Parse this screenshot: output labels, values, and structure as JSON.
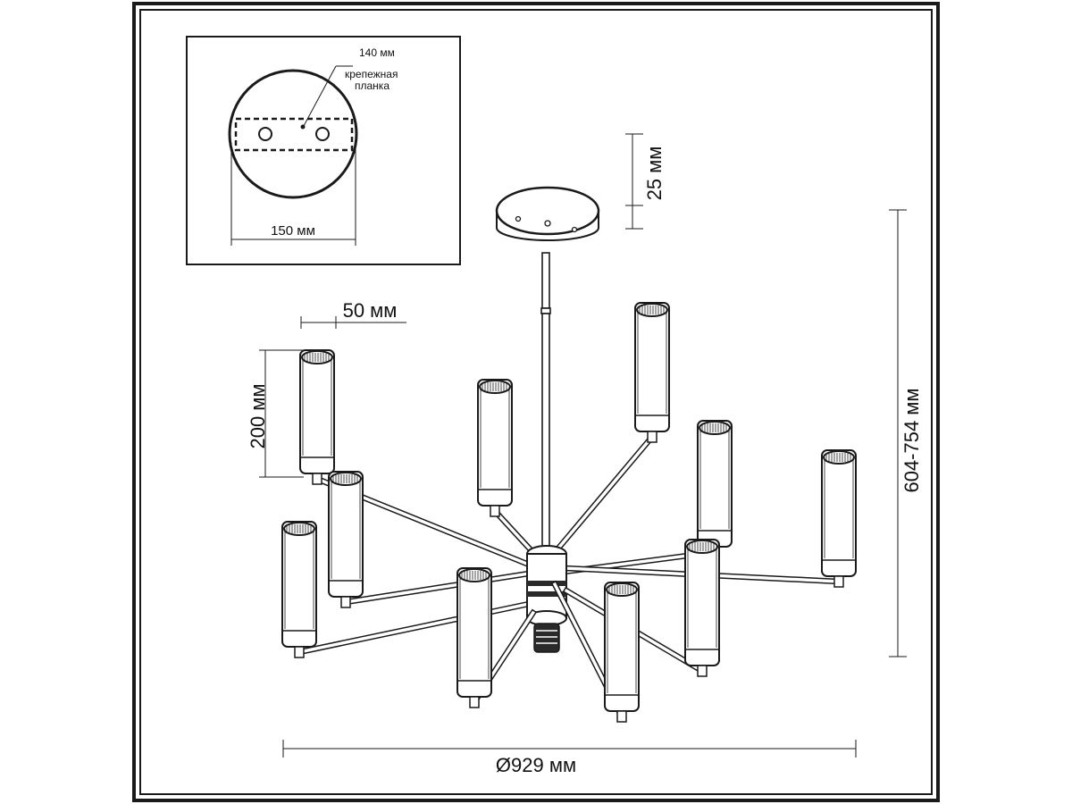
{
  "inset": {
    "mounting_distance": "140 мм",
    "bracket_label_line1": "крепежная",
    "bracket_label_line2": "планка",
    "canopy_diameter": "150 мм"
  },
  "dimensions": {
    "canopy_height": "25 мм",
    "shade_width": "50 мм",
    "shade_height": "200 мм",
    "total_height": "604-754 мм",
    "diameter": "Ø929 мм"
  },
  "colors": {
    "line": "#1a1a1a",
    "shade_fill": "#ffffff",
    "dark_part": "#2a2a2a"
  }
}
